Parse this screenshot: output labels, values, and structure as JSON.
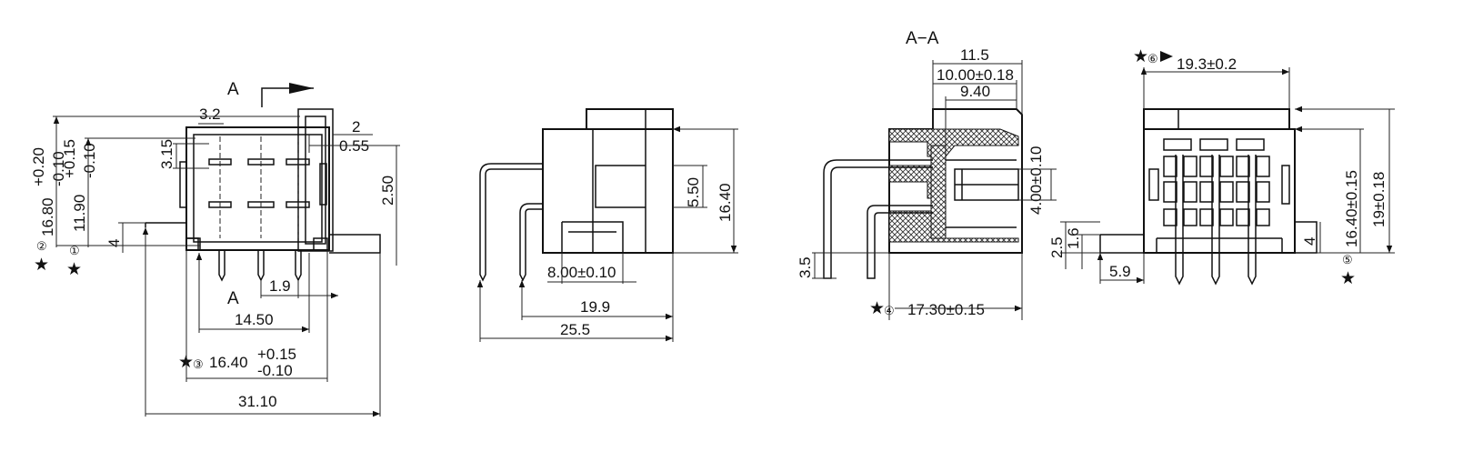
{
  "front_view": {
    "section_mark_top": "A",
    "section_mark_bottom": "A",
    "dim_3_2": "3.2",
    "dim_2": "2",
    "dim_0_55": "0.55",
    "dim_3_15": "3.15",
    "dim_2_50": "2.50",
    "dim_1_9": "1.9",
    "dim_4": "4",
    "dim_14_50": "14.50",
    "dim_31_10": "31.10",
    "height_1_nominal": "16.80",
    "height_1_upper": "+0.20",
    "height_1_lower": "-0.10",
    "height_2_nominal": "11.90",
    "height_2_upper": "+0.15",
    "height_2_lower": "-0.10",
    "width_nominal": "16.40",
    "width_upper": "+0.15",
    "width_lower": "-0.10",
    "marker_1": "①",
    "marker_2": "②",
    "marker_3": "③",
    "star": "★"
  },
  "side_view": {
    "dim_5_50": "5.50",
    "dim_16_40": "16.40",
    "dim_8_00": "8.00±0.10",
    "dim_19_9": "19.9",
    "dim_25_5": "25.5"
  },
  "section_view": {
    "title": "A−A",
    "dim_11_5": "11.5",
    "dim_10_00": "10.00±0.18",
    "dim_9_40": "9.40",
    "dim_4_00": "4.00±0.10",
    "dim_3_5": "3.5",
    "dim_17_30": "17.30±0.15",
    "marker_4": "④",
    "star": "★"
  },
  "rear_view": {
    "dim_19_3": "19.3±0.2",
    "dim_16_40": "16.40±0.15",
    "dim_19": "19±0.18",
    "dim_2_5": "2.5",
    "dim_1_6": "1.6",
    "dim_4": "4",
    "dim_5_9": "5.9",
    "marker_5": "⑤",
    "marker_6": "⑥",
    "star": "★"
  }
}
